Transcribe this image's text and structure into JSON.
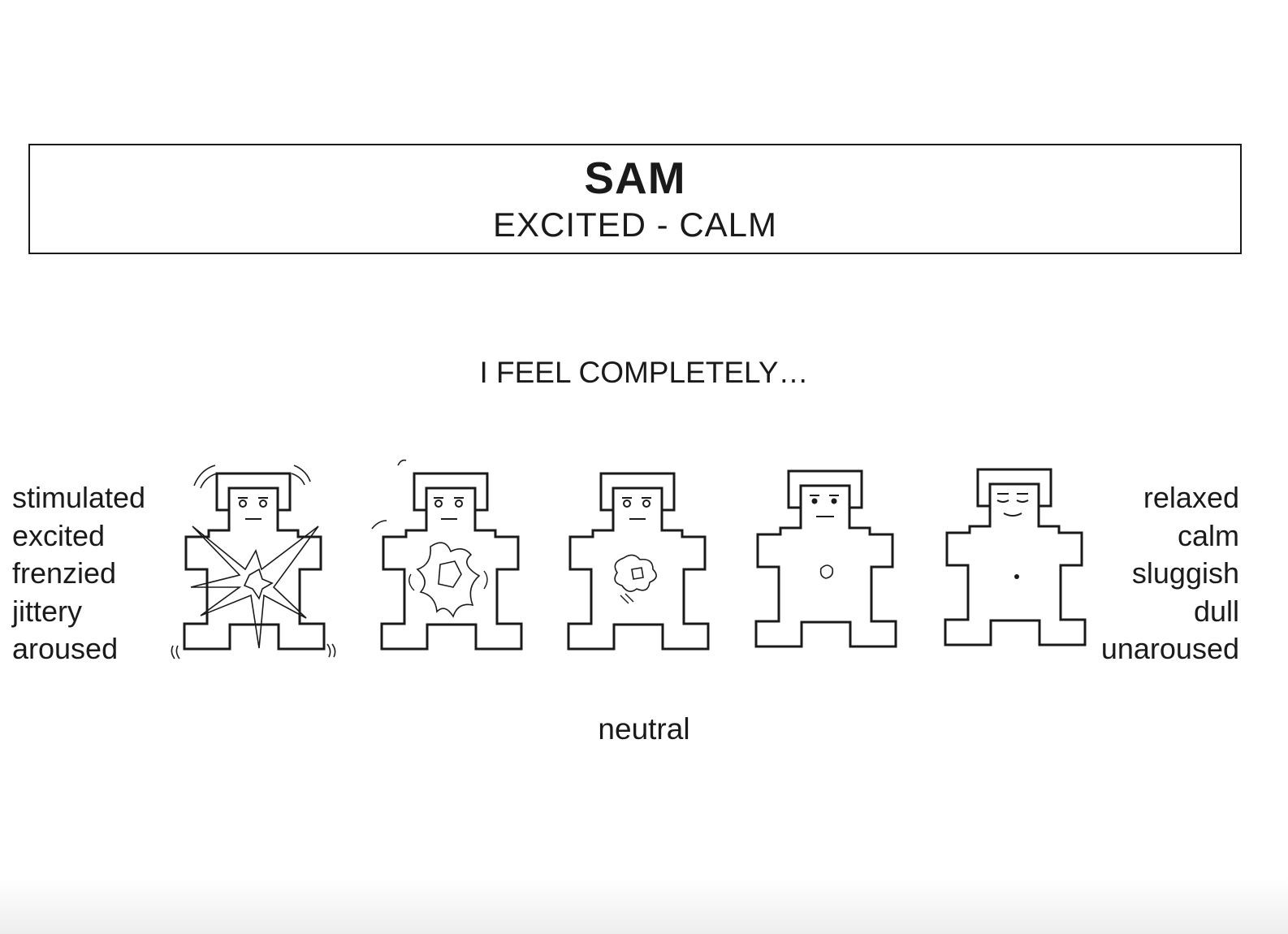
{
  "header": {
    "title": "SAM",
    "subtitle": "EXCITED - CALM"
  },
  "prompt": "I FEEL COMPLETELY…",
  "left_words": [
    "stimulated",
    "excited",
    "frenzied",
    "jittery",
    "aroused"
  ],
  "right_words": [
    "relaxed",
    "calm",
    "sluggish",
    "dull",
    "unaroused"
  ],
  "midpoint_label": "neutral",
  "scale": {
    "points": 5,
    "selected": null
  },
  "colors": {
    "ink": "#1a1a1a",
    "background": "#ffffff"
  },
  "icons": [
    "sam-figure-1-icon",
    "sam-figure-2-icon",
    "sam-figure-3-icon",
    "sam-figure-4-icon",
    "sam-figure-5-icon"
  ]
}
